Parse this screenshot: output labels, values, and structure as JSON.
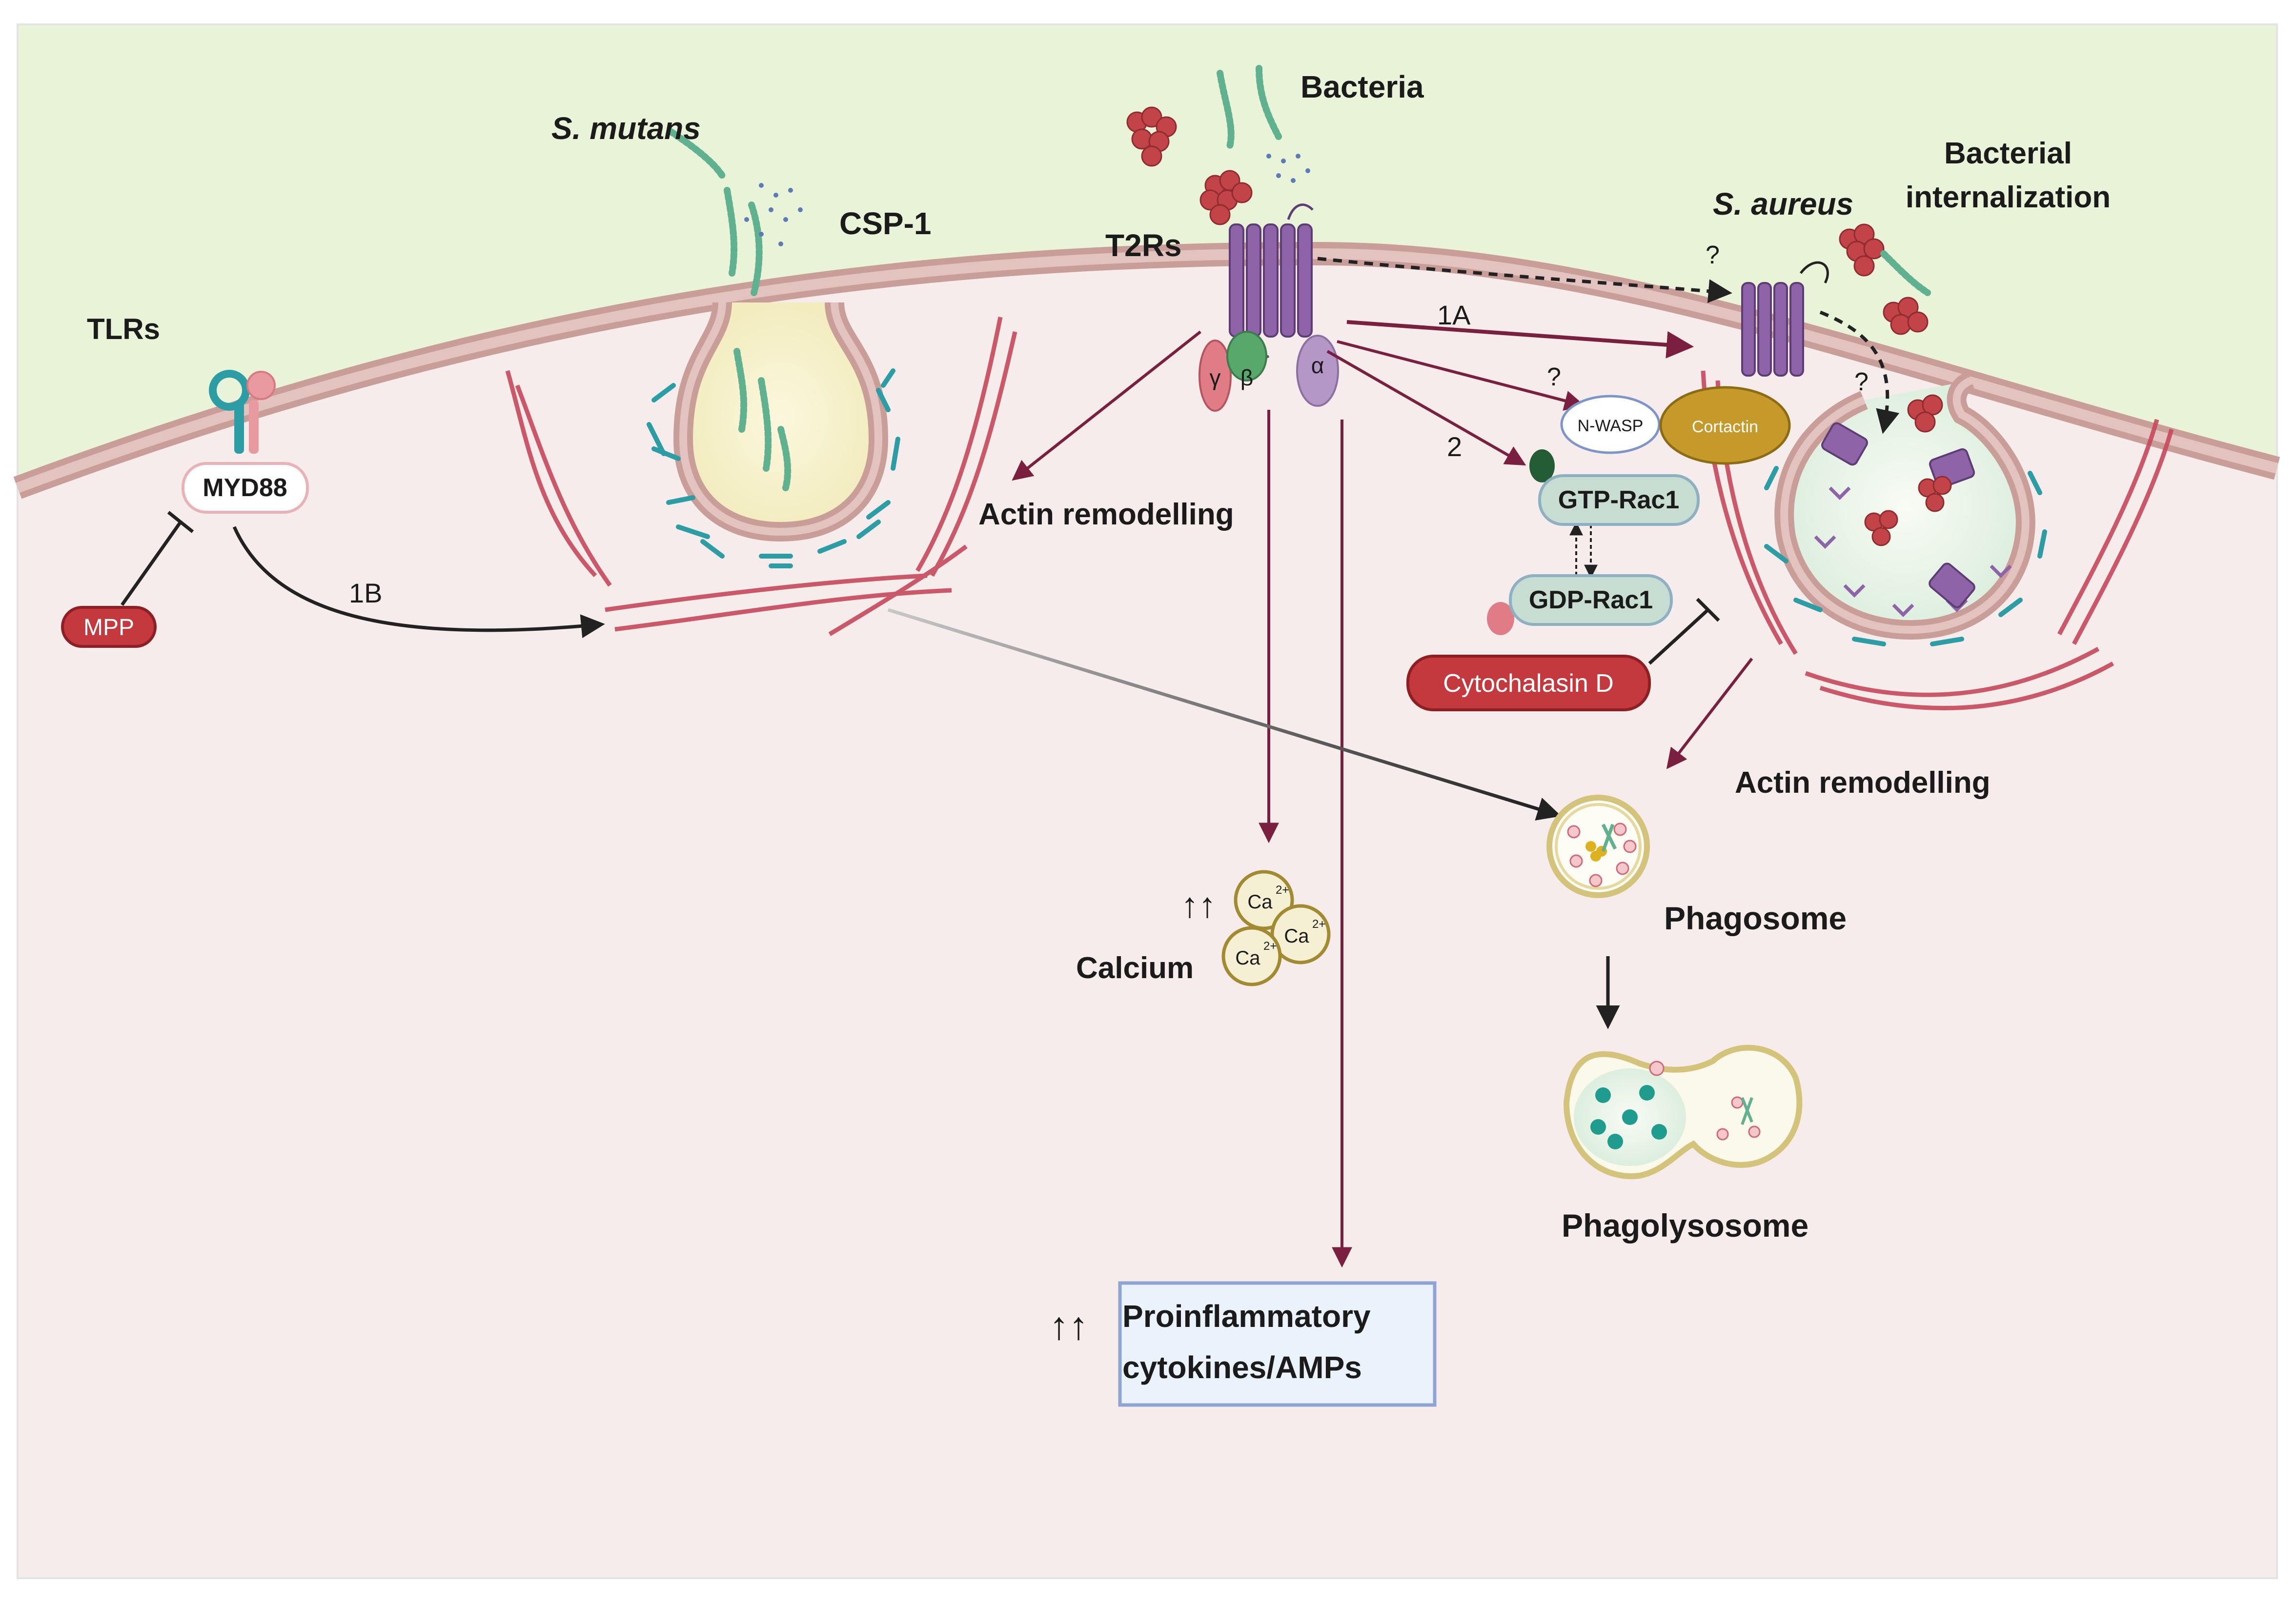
{
  "colors": {
    "extracellular": "#e8f3d8",
    "cytoplasm": "#f6eceb",
    "membrane": "#c99d98",
    "membrane_inner": "#e3c3bf",
    "actin": "#c7495a",
    "receptor": "#8e63a8",
    "signal_arrow": "#7a1f3f",
    "inhibitor_fill": "#c4393d",
    "teal": "#2c9da5",
    "bacteria_red": "#c24448",
    "green_rod": "#5fb18f",
    "gold": "#c69a2a",
    "box_fill": "#eaf3fb",
    "box_stroke": "#8ea4d2"
  },
  "labels": {
    "s_mutans": "S. mutans",
    "csp1": "CSP-1",
    "bacteria": "Bacteria",
    "t2rs": "T2Rs",
    "tlrs": "TLRs",
    "s_aureus": "S. aureus",
    "bacterial_internalization_line1": "Bacterial",
    "bacterial_internalization_line2": "internalization",
    "myd88": "MYD88",
    "mpp": "MPP",
    "path_1b": "1B",
    "path_1a": "1A",
    "path_2": "2",
    "q1": "?",
    "q2": "?",
    "q3": "?",
    "actin_remodelling_center": "Actin remodelling",
    "actin_remodelling_right": "Actin remodelling",
    "gamma": "γ",
    "beta": "β",
    "alpha": "α",
    "nwasp": "N-WASP",
    "cortactin": "Cortactin",
    "gtp_rac1": "GTP-Rac1",
    "gdp_rac1": "GDP-Rac1",
    "cytochalasin_d": "Cytochalasin D",
    "calcium": "Calcium",
    "ca_ion": "Ca",
    "ca_charge": "2+",
    "phagosome": "Phagosome",
    "phagolysosome": "Phagolysosome",
    "cytokines_line1": "Proinflammatory",
    "cytokines_line2": "cytokines/AMPs",
    "up_arrows": "↑↑"
  }
}
